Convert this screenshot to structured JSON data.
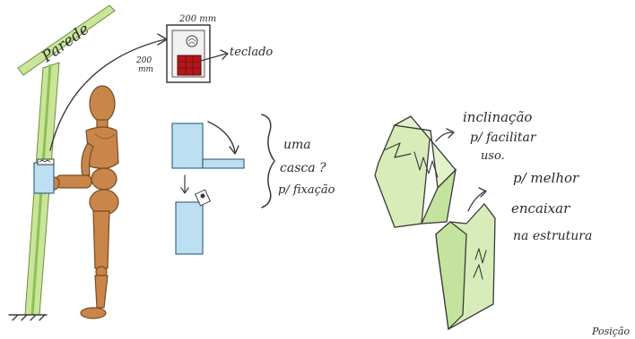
{
  "labels": {
    "wall": "Parede",
    "dim_top": "200 mm",
    "dim_left_1": "200",
    "dim_left_2": "mm",
    "keyboard": "teclado",
    "shell_1": "uma",
    "shell_2": "casca ?",
    "shell_3": "p/ fixação",
    "tilt_1": "inclinação",
    "tilt_2": "p/ facilitar",
    "tilt_3": "uso.",
    "fit_1": "p/ melhor",
    "fit_2": "encaixar",
    "fit_3": "na estrutura",
    "position": "Posição"
  },
  "colors": {
    "wall_green": "#c9e59a",
    "figure_brown": "#c8864a",
    "figure_dark": "#9a5e2c",
    "device_blue": "#bcdff2",
    "box_green": "#d7ecb8",
    "keypad_red": "#b5161b",
    "ink": "#3a3a3a"
  },
  "icons": {
    "keypad_dial": "fingerprint-icon",
    "shell_curve_arrow": "curved-arrow-icon"
  }
}
